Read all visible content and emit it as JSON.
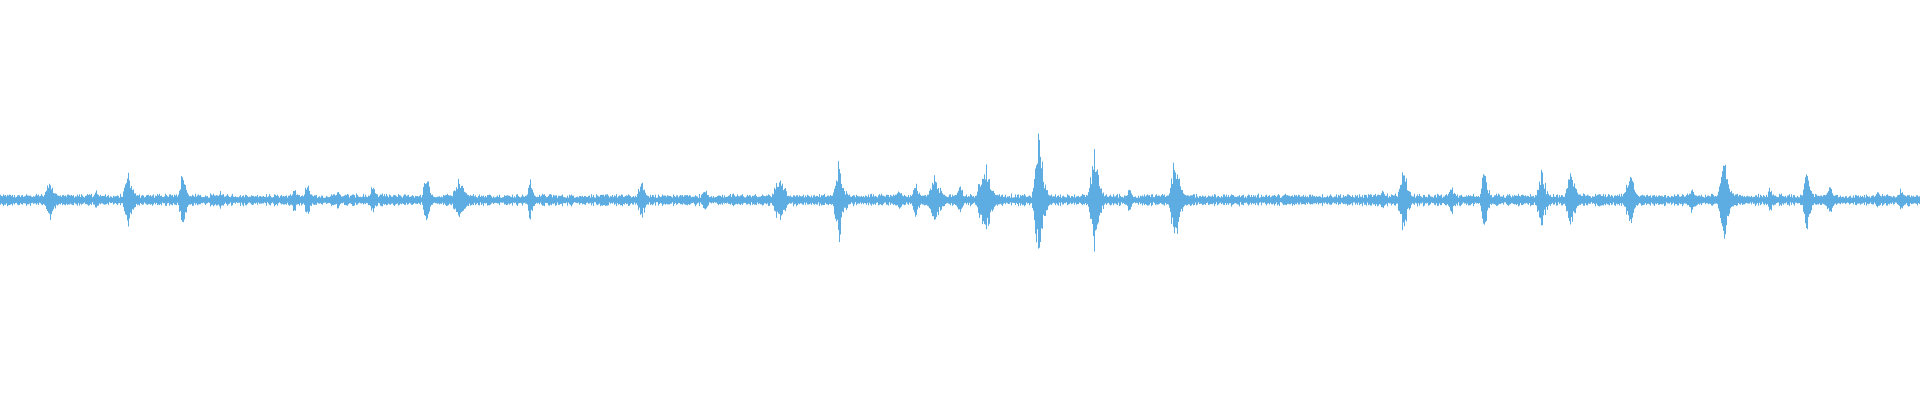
{
  "waveform": {
    "color": "#5dade2",
    "background": "#ffffff",
    "baseline_amplitude": 0.012,
    "bursts": [
      {
        "t": 0.026,
        "amp": 0.07,
        "width": 0.004
      },
      {
        "t": 0.05,
        "amp": 0.03,
        "width": 0.003
      },
      {
        "t": 0.067,
        "amp": 0.09,
        "width": 0.004
      },
      {
        "t": 0.095,
        "amp": 0.1,
        "width": 0.003
      },
      {
        "t": 0.115,
        "amp": 0.03,
        "width": 0.003
      },
      {
        "t": 0.153,
        "amp": 0.04,
        "width": 0.003
      },
      {
        "t": 0.16,
        "amp": 0.06,
        "width": 0.003
      },
      {
        "t": 0.176,
        "amp": 0.03,
        "width": 0.003
      },
      {
        "t": 0.194,
        "amp": 0.05,
        "width": 0.003
      },
      {
        "t": 0.222,
        "amp": 0.08,
        "width": 0.003
      },
      {
        "t": 0.239,
        "amp": 0.08,
        "width": 0.005
      },
      {
        "t": 0.276,
        "amp": 0.09,
        "width": 0.002
      },
      {
        "t": 0.334,
        "amp": 0.07,
        "width": 0.003
      },
      {
        "t": 0.367,
        "amp": 0.04,
        "width": 0.003
      },
      {
        "t": 0.406,
        "amp": 0.08,
        "width": 0.005
      },
      {
        "t": 0.437,
        "amp": 0.12,
        "width": 0.004
      },
      {
        "t": 0.468,
        "amp": 0.04,
        "width": 0.003
      },
      {
        "t": 0.477,
        "amp": 0.06,
        "width": 0.003
      },
      {
        "t": 0.487,
        "amp": 0.08,
        "width": 0.005
      },
      {
        "t": 0.5,
        "amp": 0.05,
        "width": 0.003
      },
      {
        "t": 0.513,
        "amp": 0.11,
        "width": 0.006
      },
      {
        "t": 0.541,
        "amp": 0.2,
        "width": 0.004
      },
      {
        "t": 0.57,
        "amp": 0.16,
        "width": 0.004
      },
      {
        "t": 0.588,
        "amp": 0.04,
        "width": 0.003
      },
      {
        "t": 0.612,
        "amp": 0.14,
        "width": 0.004
      },
      {
        "t": 0.72,
        "amp": 0.04,
        "width": 0.003
      },
      {
        "t": 0.731,
        "amp": 0.1,
        "width": 0.004
      },
      {
        "t": 0.756,
        "amp": 0.05,
        "width": 0.003
      },
      {
        "t": 0.773,
        "amp": 0.11,
        "width": 0.003
      },
      {
        "t": 0.803,
        "amp": 0.09,
        "width": 0.004
      },
      {
        "t": 0.818,
        "amp": 0.11,
        "width": 0.004
      },
      {
        "t": 0.849,
        "amp": 0.1,
        "width": 0.004
      },
      {
        "t": 0.881,
        "amp": 0.04,
        "width": 0.003
      },
      {
        "t": 0.898,
        "amp": 0.13,
        "width": 0.004
      },
      {
        "t": 0.922,
        "amp": 0.04,
        "width": 0.003
      },
      {
        "t": 0.941,
        "amp": 0.1,
        "width": 0.003
      },
      {
        "t": 0.953,
        "amp": 0.06,
        "width": 0.003
      },
      {
        "t": 0.978,
        "amp": 0.03,
        "width": 0.003
      },
      {
        "t": 0.99,
        "amp": 0.04,
        "width": 0.003
      }
    ]
  }
}
